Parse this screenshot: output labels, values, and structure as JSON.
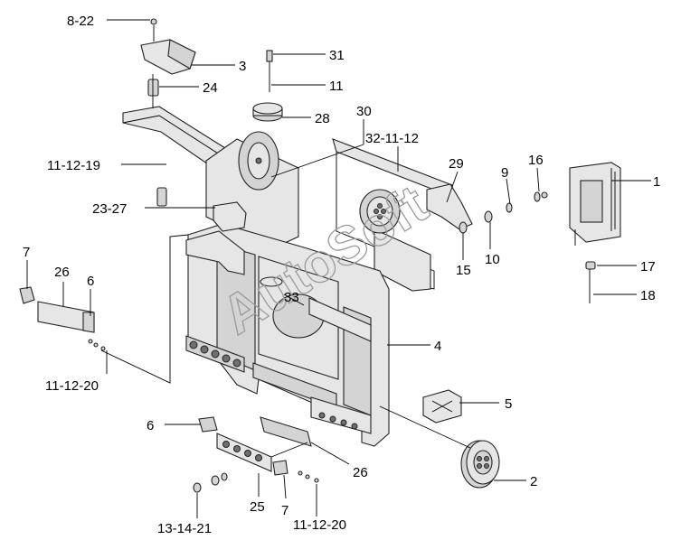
{
  "colors": {
    "line": "#000000",
    "part_fill": "#e6e6e6",
    "part_shade": "#d4d4d4",
    "watermark": "#9a9a9a"
  },
  "watermark": "AutoSoft",
  "callouts": [
    {
      "id": "c-8-22",
      "text": "8-22"
    },
    {
      "id": "c-3",
      "text": "3"
    },
    {
      "id": "c-24",
      "text": "24"
    },
    {
      "id": "c-31",
      "text": "31"
    },
    {
      "id": "c-11",
      "text": "11"
    },
    {
      "id": "c-28",
      "text": "28"
    },
    {
      "id": "c-30",
      "text": "30"
    },
    {
      "id": "c-32-11-12",
      "text": "32-11-12"
    },
    {
      "id": "c-29",
      "text": "29"
    },
    {
      "id": "c-9",
      "text": "9"
    },
    {
      "id": "c-16",
      "text": "16"
    },
    {
      "id": "c-1",
      "text": "1"
    },
    {
      "id": "c-11-12-19",
      "text": "11-12-19"
    },
    {
      "id": "c-23-27",
      "text": "23-27"
    },
    {
      "id": "c-15",
      "text": "15"
    },
    {
      "id": "c-10",
      "text": "10"
    },
    {
      "id": "c-17",
      "text": "17"
    },
    {
      "id": "c-18",
      "text": "18"
    },
    {
      "id": "c-7a",
      "text": "7"
    },
    {
      "id": "c-26a",
      "text": "26"
    },
    {
      "id": "c-6a",
      "text": "6"
    },
    {
      "id": "c-33",
      "text": "33"
    },
    {
      "id": "c-4",
      "text": "4"
    },
    {
      "id": "c-11-12-20a",
      "text": "11-12-20"
    },
    {
      "id": "c-5",
      "text": "5"
    },
    {
      "id": "c-6b",
      "text": "6"
    },
    {
      "id": "c-26b",
      "text": "26"
    },
    {
      "id": "c-2",
      "text": "2"
    },
    {
      "id": "c-25",
      "text": "25"
    },
    {
      "id": "c-7b",
      "text": "7"
    },
    {
      "id": "c-13-14-21",
      "text": "13-14-21"
    },
    {
      "id": "c-11-12-20b",
      "text": "11-12-20"
    }
  ]
}
